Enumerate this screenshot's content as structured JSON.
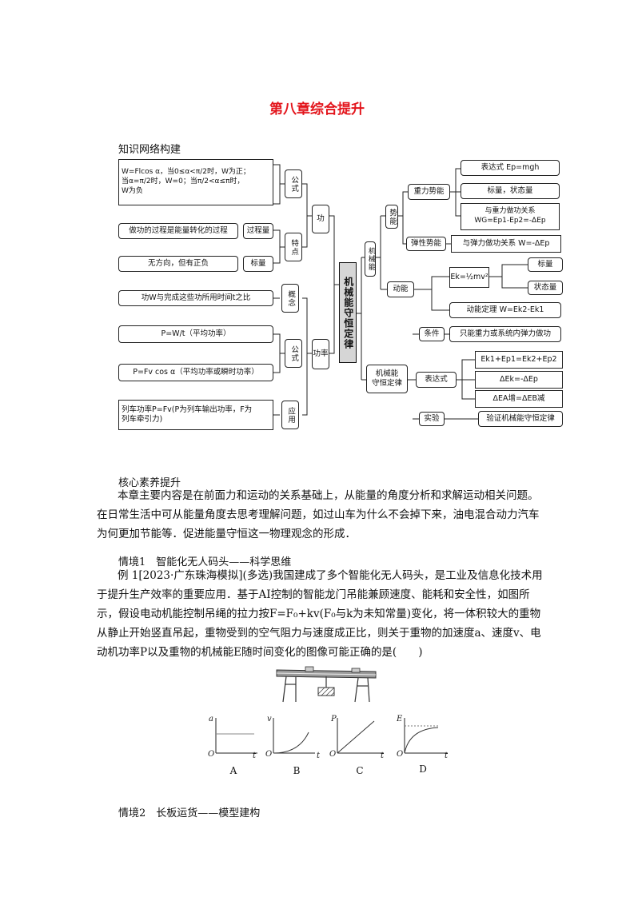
{
  "title": "第八章综合提升",
  "section1": "知识网络构建",
  "map": {
    "center": "机械能守恒定律",
    "work": {
      "label": "功",
      "formula_label": "公式",
      "formula_text": [
        "W=Flcos α，当0≤α<π/2时，W为正；",
        "当α=π/2时，W=0；当π/2<α≤π时，",
        "W为负"
      ],
      "process_label": "过程量",
      "feature_label": "特点",
      "process_text": "做功的过程是能量转化的过程",
      "scalar_label": "标量",
      "scalar_text": "无方向，但有正负"
    },
    "power": {
      "label": "功率",
      "concept_label": "概念",
      "concept_text": "功W与完成这些功所用时间t之比",
      "formula_label": "公式",
      "avg_text": "P=W/t（平均功率）",
      "inst_text": "P=Fv cos α（平均功率或瞬时功率）",
      "app_label": "应用",
      "app_text": [
        "列车功率P=Fv(P为列车输出功率，F为",
        "列车牵引力)"
      ]
    },
    "energy": {
      "label": "机械能",
      "potential_label": "势能",
      "gravity_pe": "重力势能",
      "gravity_expr": "表达式 Ep=mgh",
      "gravity_scalar": "标量，状态量",
      "gravity_rel": [
        "与重力做功关系",
        "WG=Ep1-Ep2=-ΔEp"
      ],
      "elastic_pe": "弹性势能",
      "elastic_rel": "与弹力做功关系 W=-ΔEp",
      "kinetic": "动能",
      "ek_formula": "Ek=½mv²",
      "ek_scalar": "标量",
      "ek_state": "状态量",
      "ek_theorem": "动能定理 W=Ek2-Ek1"
    },
    "conservation": {
      "condition_label": "条件",
      "condition_text": "只能重力或系统内弹力做功",
      "law_label": [
        "机械能",
        "守恒定律"
      ],
      "expr_label": "表达式",
      "expr1": "Ek1+Ep1=Ek2+Ep2",
      "expr2": "ΔEk=-ΔEp",
      "expr3": "ΔEA增=ΔEB减",
      "exp_label": "实验",
      "exp_text": "验证机械能守恒定律"
    }
  },
  "section2": "核心素养提升",
  "intro": "本章主要内容是在前面力和运动的关系基础上，从能量的角度分析和求解运动相关问题。在日常生活中可从能量角度去思考理解问题，如过山车为什么不会掉下来，油电混合动力汽车为何更加节能等．促进能量守恒这一物理观念的形成．",
  "scenario1": "情境1　智能化无人码头——科学思维",
  "example1": "例 1[2023·广东珠海模拟](多选)我国建成了多个智能化无人码头，是工业及信息化技术用于提升生产效率的重要应用．基于AI控制的智能龙门吊能兼顾速度、能耗和安全性，如图所示，假设电动机能控制吊绳的拉力按F=F₀+kv(F₀与k为未知常量)变化，将一体积较大的重物从静止开始竖直吊起，重物受到的空气阻力与速度成正比，则关于重物的加速度a、速度v、电动机功率P以及重物的机械能E随时间变化的图像可能正确的是(　　)",
  "graphs": [
    {
      "letter": "A",
      "ylabel": "a",
      "xlabel": "t",
      "origin": "O"
    },
    {
      "letter": "B",
      "ylabel": "v",
      "xlabel": "t",
      "origin": "O"
    },
    {
      "letter": "C",
      "ylabel": "P",
      "xlabel": "t",
      "origin": "O"
    },
    {
      "letter": "D",
      "ylabel": "E",
      "xlabel": "t",
      "origin": "O"
    }
  ],
  "scenario2": "情境2　长板运货——模型建构"
}
